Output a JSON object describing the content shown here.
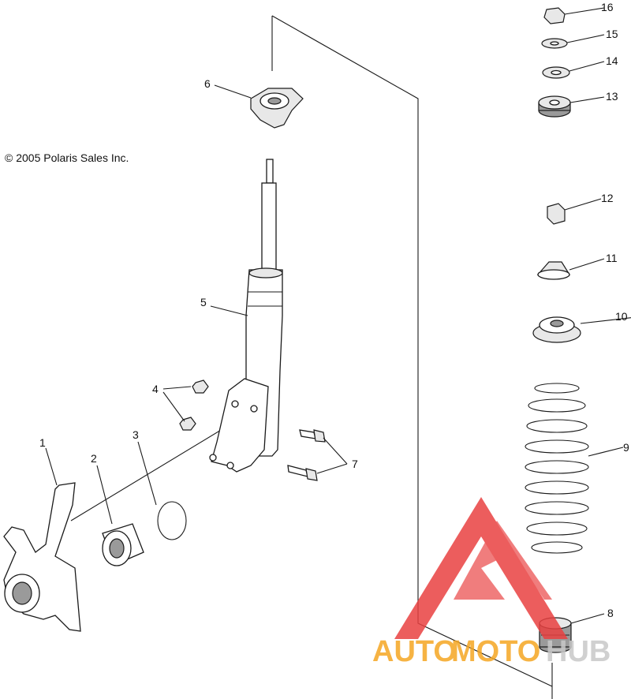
{
  "copyright": "© 2005 Polaris Sales Inc.",
  "callouts": {
    "c1": "1",
    "c2": "2",
    "c3": "3",
    "c4": "4",
    "c5": "5",
    "c6": "6",
    "c7": "7",
    "c8": "8",
    "c9": "9",
    "c10": "10",
    "c11": "11",
    "c12": "12",
    "c13": "13",
    "c14": "14",
    "c15": "15",
    "c16": "16"
  },
  "watermark": {
    "text_auto": "AUTO",
    "text_moto": "MOTO",
    "text_hub": "HUB",
    "color_orange": "#f5a623",
    "color_red": "#e94141",
    "color_gray": "#c8c8c8"
  }
}
